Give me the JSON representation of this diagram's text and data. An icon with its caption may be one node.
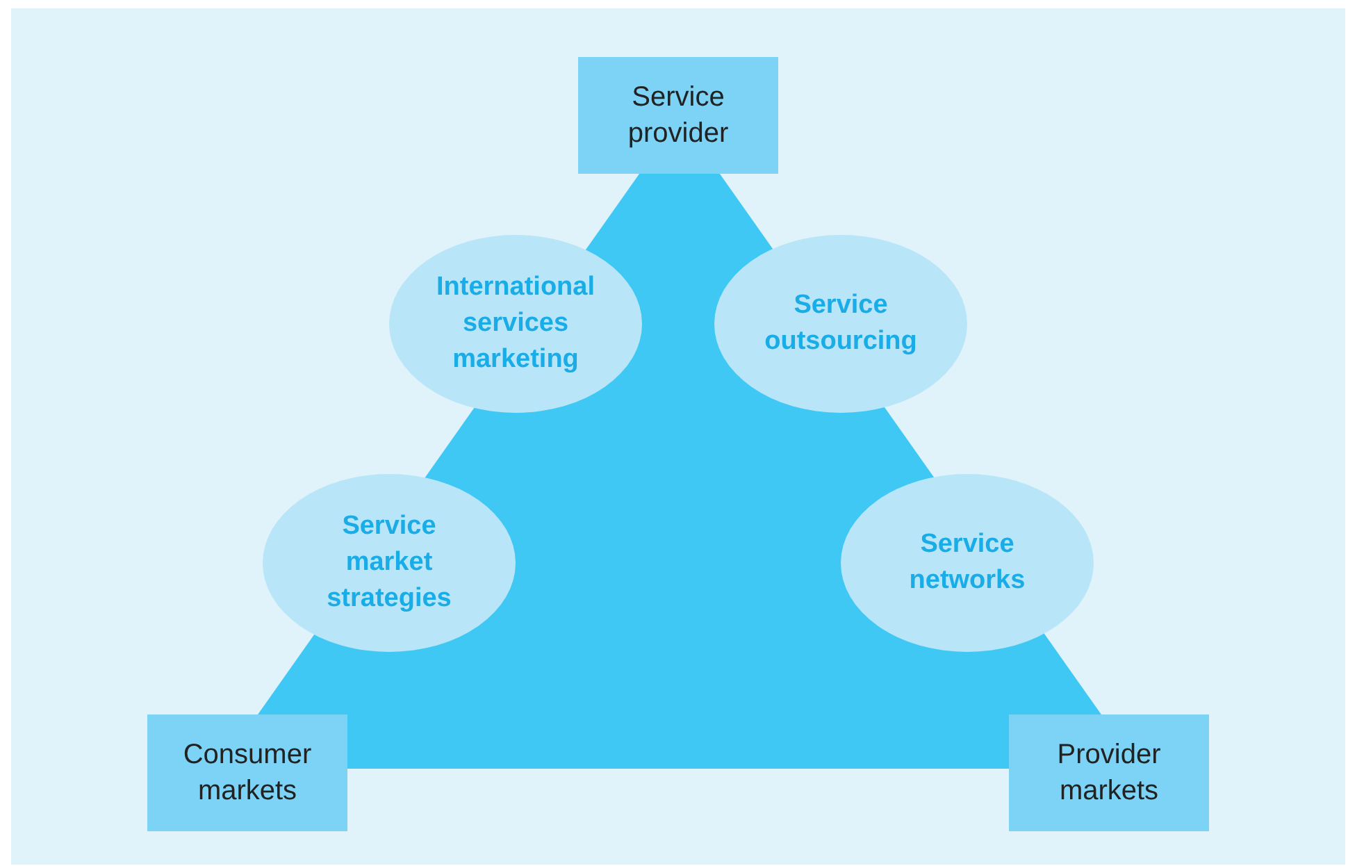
{
  "diagram": {
    "nodes": [
      {
        "text": [
          "Service provider"
        ]
      },
      {
        "text": [
          "International services marketing"
        ]
      },
      {
        "text": [
          "Service outsourcing"
        ]
      },
      {
        "text": [
          "Service market strategies"
        ]
      },
      {
        "text": [
          "Service networks"
        ]
      },
      {
        "text": [
          "Consumer markets"
        ]
      },
      {
        "text": [
          "Provider markets"
        ]
      }
    ]
  }
}
